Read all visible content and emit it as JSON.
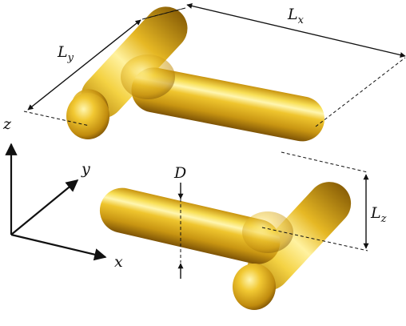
{
  "labels": {
    "Lx": {
      "main": "L",
      "sub": "x"
    },
    "Ly": {
      "main": "L",
      "sub": "y"
    },
    "Lz": {
      "main": "L",
      "sub": "z"
    },
    "D": "D",
    "axis_x": "x",
    "axis_y": "y",
    "axis_z": "z"
  },
  "colors": {
    "gold_highlight": "#fff4a8",
    "gold_light": "#f6d23a",
    "gold_mid": "#dba81a",
    "gold_dark": "#8a5c05",
    "line": "#111111"
  }
}
